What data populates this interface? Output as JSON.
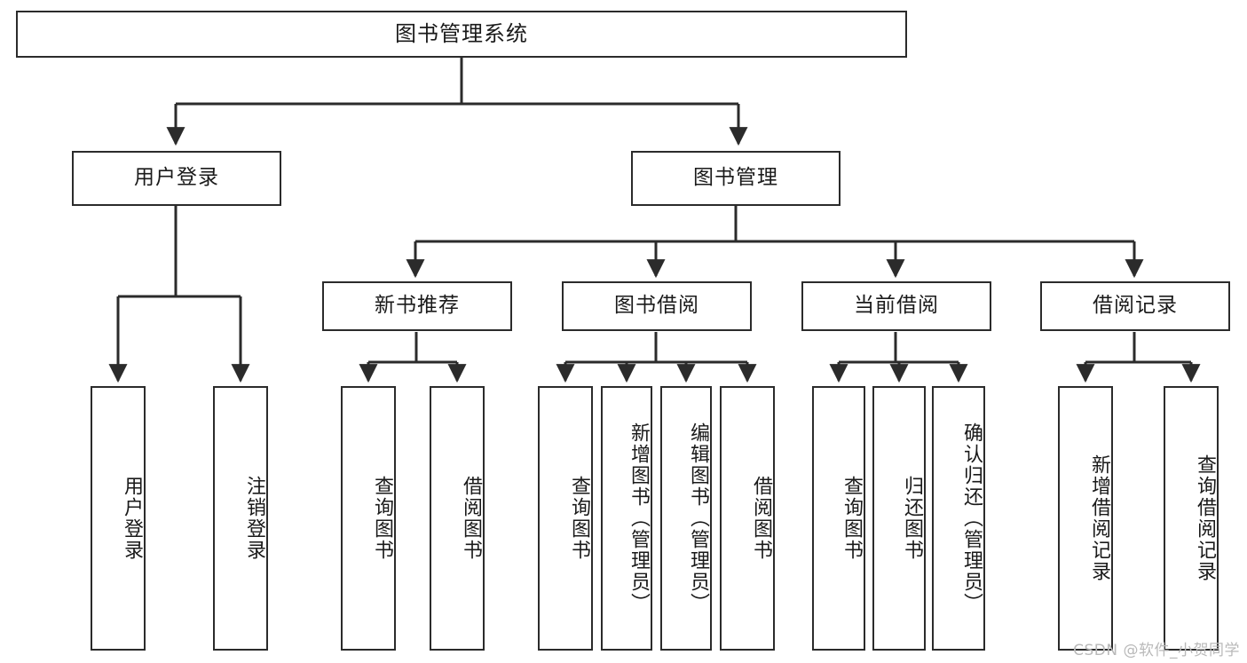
{
  "diagram": {
    "type": "tree-hierarchy",
    "title": "图书管理系统",
    "orientation": "top-down",
    "watermark": "CSDN @软件_小贺同学",
    "colors": {
      "stroke": "#2b2b2b",
      "fill": "#ffffff",
      "text": "#1a1a1a",
      "watermark": "#b9b9b9"
    },
    "root": {
      "label": "图书管理系统"
    },
    "level2": [
      {
        "label": "用户登录"
      },
      {
        "label": "图书管理"
      }
    ],
    "level3": [
      {
        "label": "新书推荐"
      },
      {
        "label": "图书借阅"
      },
      {
        "label": "当前借阅"
      },
      {
        "label": "借阅记录"
      }
    ],
    "leaves": {
      "user_login": [
        {
          "label": "用户登录"
        },
        {
          "label": "注销登录"
        }
      ],
      "new_book": [
        {
          "label": "查询图书"
        },
        {
          "label": "借阅图书"
        }
      ],
      "book_borrow": [
        {
          "label": "查询图书"
        },
        {
          "label": "新增图书（管理员）"
        },
        {
          "label": "编辑图书（管理员）"
        },
        {
          "label": "借阅图书"
        }
      ],
      "current_borrow": [
        {
          "label": "查询图书"
        },
        {
          "label": "归还图书"
        },
        {
          "label": "确认归还（管理员）"
        }
      ],
      "borrow_record": [
        {
          "label": "新增借阅记录"
        },
        {
          "label": "查询借阅记录"
        }
      ]
    }
  }
}
